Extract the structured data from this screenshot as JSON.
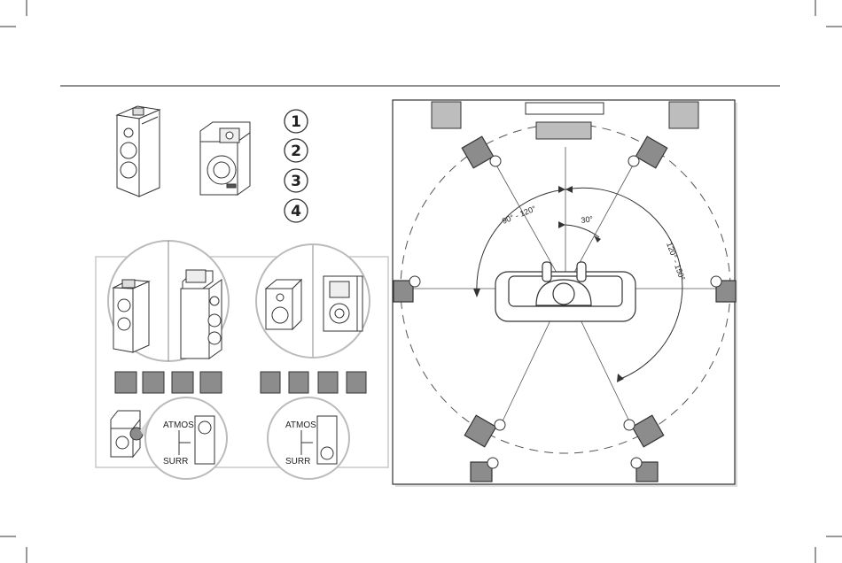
{
  "numbered_steps": [
    "1",
    "2",
    "3",
    "4"
  ],
  "angles": {
    "front": "30°",
    "side": "90° - 120°",
    "rear": "120° - 150°"
  },
  "switch_labels": {
    "top": "ATMOS",
    "bottom": "SURR"
  },
  "colors": {
    "speaker_fill": "#8c8c8c",
    "light_fill": "#bdbdbd",
    "line": "#333333",
    "panel_border": "#c8c8c8"
  }
}
